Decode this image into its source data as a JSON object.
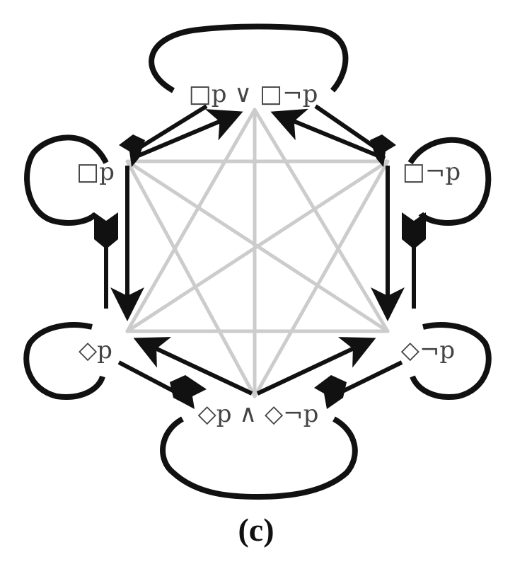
{
  "diagram": {
    "caption": "(c)",
    "nodes": [
      {
        "id": "top",
        "label": "□p ∨ □¬p"
      },
      {
        "id": "ul",
        "label": "□p"
      },
      {
        "id": "ur",
        "label": "□¬p"
      },
      {
        "id": "ll",
        "label": "◇p"
      },
      {
        "id": "lr",
        "label": "◇¬p"
      },
      {
        "id": "bottom",
        "label": "◇p ∧ ◇¬p"
      }
    ],
    "black_arrows": [
      [
        "ul",
        "top"
      ],
      [
        "ur",
        "top"
      ],
      [
        "ul",
        "ll"
      ],
      [
        "ur",
        "lr"
      ],
      [
        "bottom",
        "ll"
      ],
      [
        "bottom",
        "lr"
      ]
    ],
    "gray_edges": [
      [
        "ul",
        "ur"
      ],
      [
        "ll",
        "lr"
      ],
      [
        "top",
        "bottom"
      ],
      [
        "ul",
        "lr"
      ],
      [
        "ur",
        "ll"
      ],
      [
        "top",
        "ll"
      ],
      [
        "top",
        "lr"
      ],
      [
        "bottom",
        "ul"
      ],
      [
        "bottom",
        "ur"
      ]
    ],
    "colors": {
      "black": "#111111",
      "gray": "#cccccc",
      "label": "#444444"
    }
  }
}
